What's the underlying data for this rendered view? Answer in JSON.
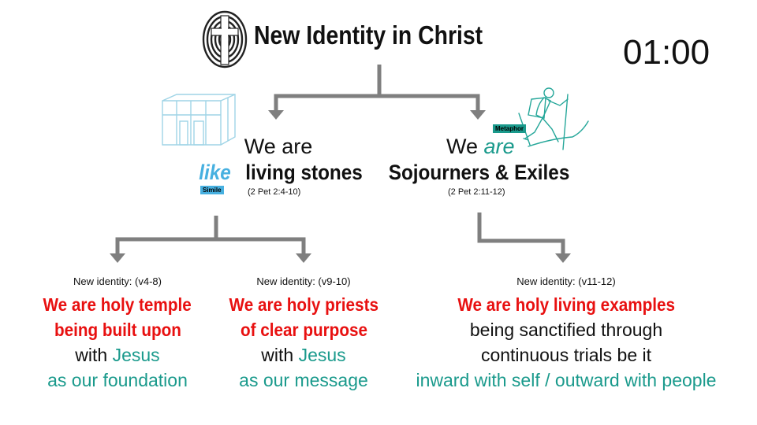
{
  "header": {
    "title": "New Identity in Christ",
    "timer": "01:00"
  },
  "left_branch": {
    "line1": "We are",
    "accent_word": "like",
    "rest": "living stones",
    "tag": "Simile",
    "reference": "(2 Pet 2:4-10)"
  },
  "right_branch": {
    "line1_prefix": "We",
    "accent_word": "are",
    "line2": "Sojourners & Exiles",
    "tag": "Metaphor",
    "reference": "(2 Pet 2:11-12)"
  },
  "boxes": [
    {
      "label": "New identity: (v4-8)",
      "red1": "We are holy temple",
      "red2": "being built upon",
      "with_prefix": "with",
      "with_name": "Jesus",
      "last": "as our foundation"
    },
    {
      "label": "New identity: (v9-10)",
      "red1": "We are holy priests",
      "red2": "of clear purpose",
      "with_prefix": "with",
      "with_name": "Jesus",
      "last": "as our message"
    },
    {
      "label": "New identity: (v11-12)",
      "red1": "We are holy living examples",
      "line2": "being sanctified through",
      "line3": "continuous trials be it",
      "last": "inward with self / outward with people"
    }
  ],
  "colors": {
    "connector": "#7f7f7f",
    "red": "#e81010",
    "teal": "#1a9a8c",
    "simile_tag": "#47b0e0",
    "metaphor_tag": "#1a9a8c"
  },
  "icons": [
    "fingerprint-cross-icon",
    "glass-building-icon",
    "hiker-icon"
  ]
}
